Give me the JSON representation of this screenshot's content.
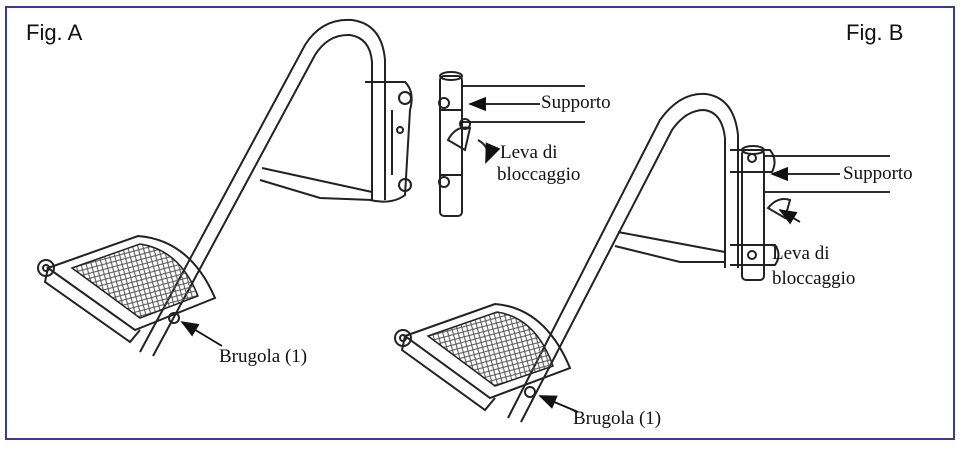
{
  "figures": [
    {
      "label": "Fig. A",
      "callouts": {
        "support": "Supporto",
        "lever_line1": "Leva di",
        "lever_line2": "bloccaggio",
        "allen_screw": "Brugola (1)"
      }
    },
    {
      "label": "Fig. B",
      "callouts": {
        "support": "Supporto",
        "lever_line1": "Leva di",
        "lever_line2": "bloccaggio",
        "allen_screw": "Brugola (1)"
      }
    }
  ],
  "colors": {
    "frame": "#3a3a9a",
    "line": "#222222",
    "mesh": "#555555"
  }
}
